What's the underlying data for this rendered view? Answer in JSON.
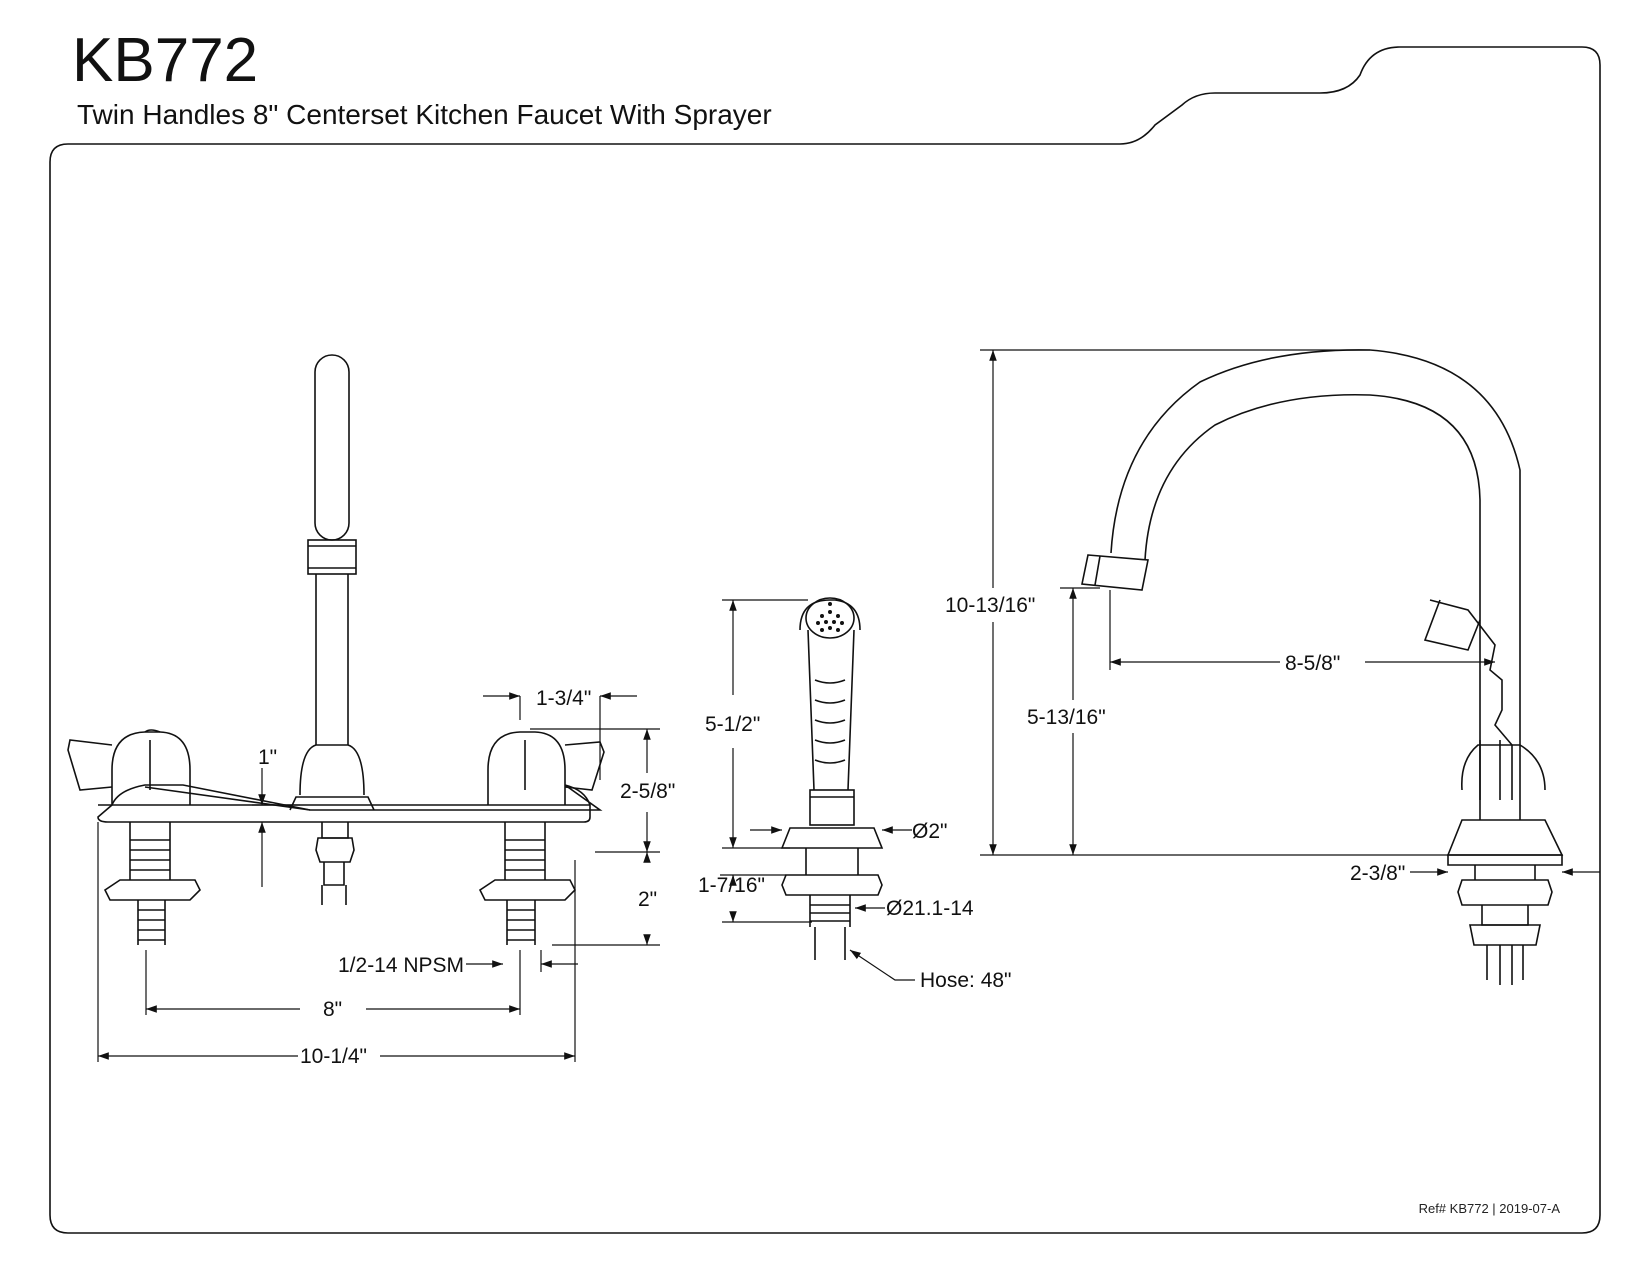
{
  "header": {
    "model": "KB772",
    "description": "Twin Handles 8\" Centerset Kitchen Faucet With Sprayer"
  },
  "dimensions": {
    "handle_offset": "1-3/4\"",
    "deck_to_spout": "1\"",
    "handle_height": "2-5/8\"",
    "shank_length": "2\"",
    "thread_size": "1/2-14 NPSM",
    "centers": "8\"",
    "plate_width": "10-1/4\"",
    "sprayer_height": "5-1/2\"",
    "sprayer_base_diameter": "Ø2\"",
    "sprayer_shank_length": "1-7/16\"",
    "sprayer_thread": "Ø21.1-14",
    "hose_length": "Hose: 48\"",
    "total_height": "10-13/16\"",
    "spout_reach": "8-5/8\"",
    "spout_clearance": "5-13/16\"",
    "base_depth": "2-3/8\""
  },
  "footer": {
    "reference": "Ref# KB772 | 2019-07-A"
  }
}
